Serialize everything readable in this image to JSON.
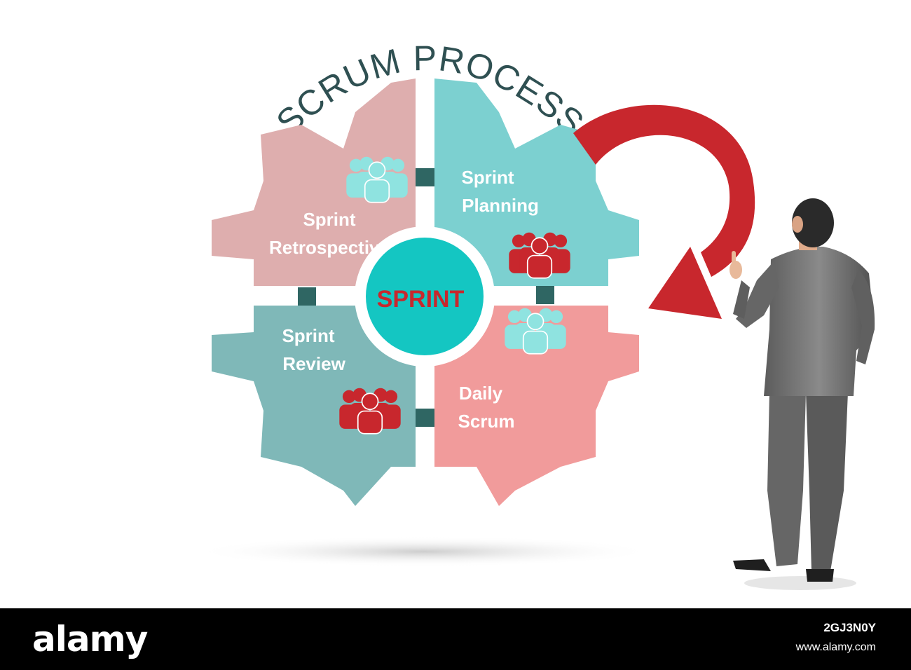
{
  "diagram": {
    "title": "SCRUM PROCESS",
    "center_label": "SPRINT",
    "center_color": "#14c6c2",
    "center_text_color": "#c8272d",
    "title_color": "#2f5052",
    "arrow_color": "#c8272d",
    "gears": [
      {
        "id": "retrospective",
        "lines": [
          "Sprint",
          "Retrospective"
        ],
        "color": "#deaeae",
        "people_color": "#8fe3e0"
      },
      {
        "id": "planning",
        "lines": [
          "Sprint",
          "Planning"
        ],
        "color": "#7cd0d0",
        "people_color": "#c8272d"
      },
      {
        "id": "review",
        "lines": [
          "Sprint",
          "Review"
        ],
        "color": "#7fb8b8",
        "people_color": "#c8272d"
      },
      {
        "id": "daily",
        "lines": [
          "Daily",
          "Scrum"
        ],
        "color": "#f19b9b",
        "people_color": "#8fe3e0"
      }
    ]
  },
  "watermark": {
    "brand": "alamy",
    "image_id": "2GJ3N0Y",
    "url": "www.alamy.com"
  }
}
